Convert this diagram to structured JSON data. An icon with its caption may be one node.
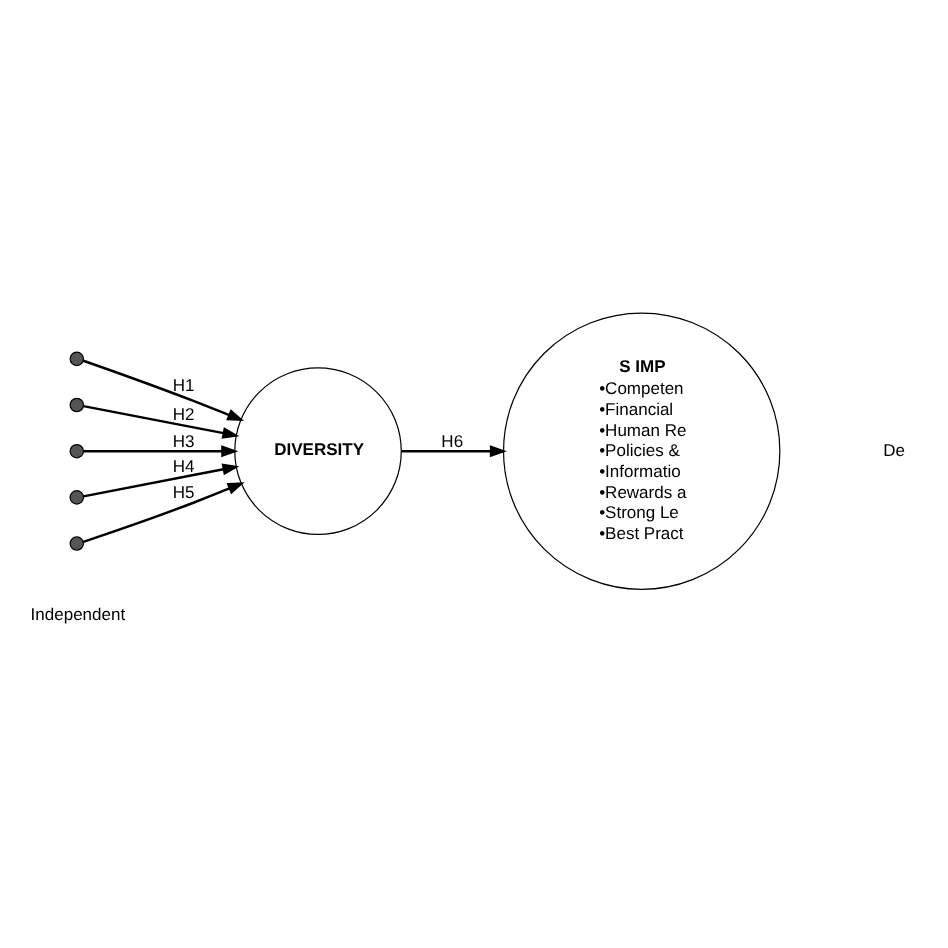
{
  "diagram": {
    "nodes": [
      {
        "text": [],
        "shape": "circle"
      },
      {
        "text": [],
        "shape": "circle"
      },
      {
        "text": [],
        "shape": "circle"
      },
      {
        "text": [],
        "shape": "circle"
      },
      {
        "text": [],
        "shape": "circle"
      },
      {
        "text": [
          "DIVERSITY"
        ]
      },
      {
        "text": [
          "S IMP",
          "•Competen",
          "•Financial",
          "•Human Re",
          "•Policies &",
          "•Informatio",
          "•Rewards a",
          "•Strong Le",
          "•Best Pract"
        ]
      }
    ],
    "edges": [
      {
        "from": 0,
        "to": 5,
        "arrow": "to",
        "label": "H1"
      },
      {
        "from": 1,
        "to": 5,
        "arrow": "to",
        "label": "H2"
      },
      {
        "from": 2,
        "to": 5,
        "arrow": "to",
        "label": "H3"
      },
      {
        "from": 3,
        "to": 5,
        "arrow": "to",
        "label": "H4"
      },
      {
        "from": 4,
        "to": 5,
        "arrow": "to",
        "label": "H5"
      },
      {
        "from": 5,
        "to": 6,
        "arrow": "to",
        "label": "H6"
      }
    ],
    "labels": [
      "Independent",
      "De"
    ]
  }
}
